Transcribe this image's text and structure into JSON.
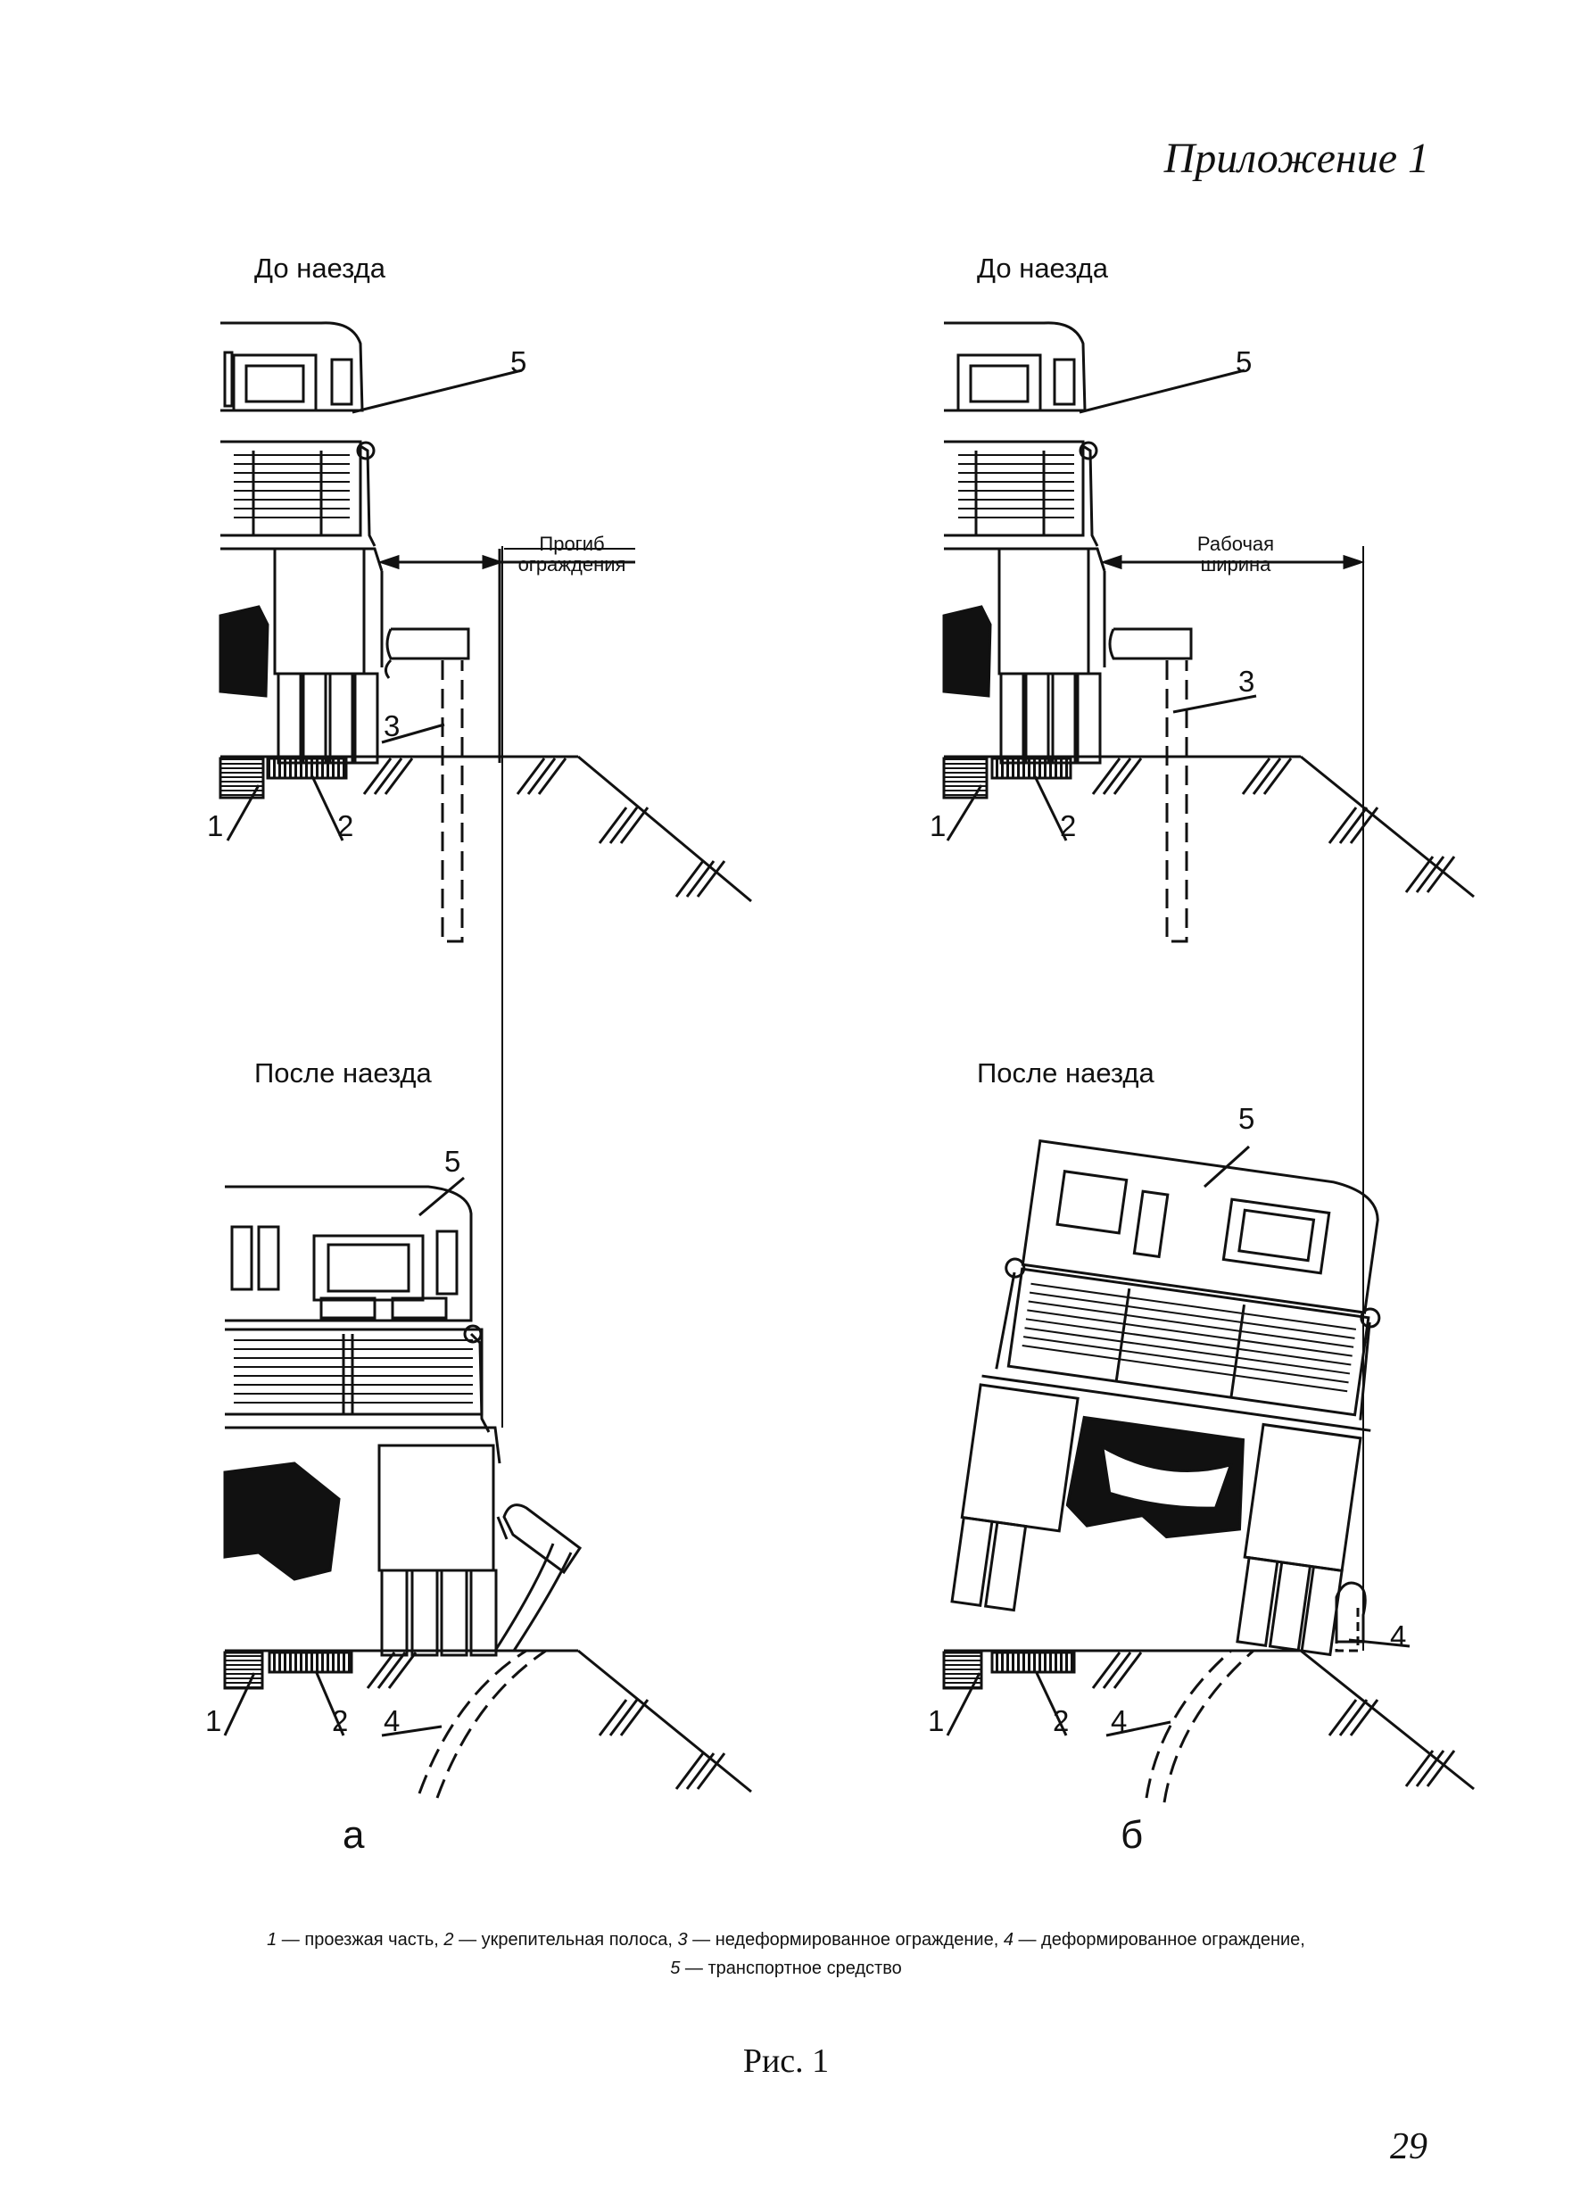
{
  "header": {
    "appendix": "Приложение 1"
  },
  "panels": {
    "a": {
      "before_title": "До наезда",
      "after_title": "После наезда",
      "dimension_label_line1": "Прогиб",
      "dimension_label_line2": "ограждения",
      "letter": "а"
    },
    "b": {
      "before_title": "До наезда",
      "after_title": "После наезда",
      "dimension_label_line1": "Рабочая",
      "dimension_label_line2": "ширина",
      "letter": "б"
    }
  },
  "callouts": {
    "n1": "1",
    "n2": "2",
    "n3": "3",
    "n4": "4",
    "n5": "5"
  },
  "legend": {
    "line1": [
      {
        "num": "1",
        "text": " — проезжая часть, "
      },
      {
        "num": "2",
        "text": " — укрепительная полоса, "
      },
      {
        "num": "3",
        "text": " — недеформированное ограждение, "
      },
      {
        "num": "4",
        "text": " — деформированное ограждение,"
      }
    ],
    "line2": [
      {
        "num": "5",
        "text": " — транспортное средство"
      }
    ]
  },
  "caption": "Рис. 1",
  "page_number": "29"
}
